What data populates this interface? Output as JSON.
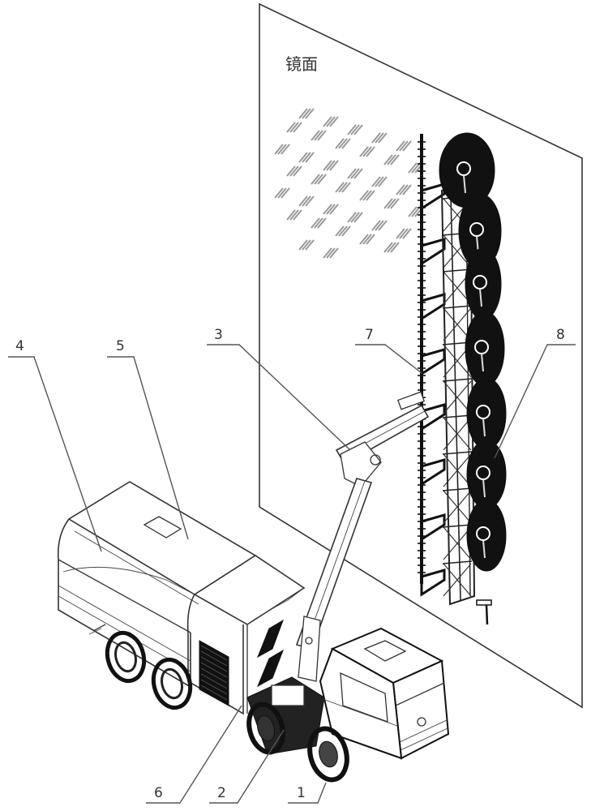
{
  "figure": {
    "mirror_label": "镜面",
    "callouts": [
      {
        "id": "1",
        "label": "1"
      },
      {
        "id": "2",
        "label": "2"
      },
      {
        "id": "3",
        "label": "3"
      },
      {
        "id": "4",
        "label": "4"
      },
      {
        "id": "5",
        "label": "5"
      },
      {
        "id": "6",
        "label": "6"
      },
      {
        "id": "7",
        "label": "7"
      },
      {
        "id": "8",
        "label": "8"
      }
    ],
    "colors": {
      "line": "#333333",
      "fill_dark": "#111111",
      "reflection": "#999999",
      "background": "#ffffff"
    }
  }
}
